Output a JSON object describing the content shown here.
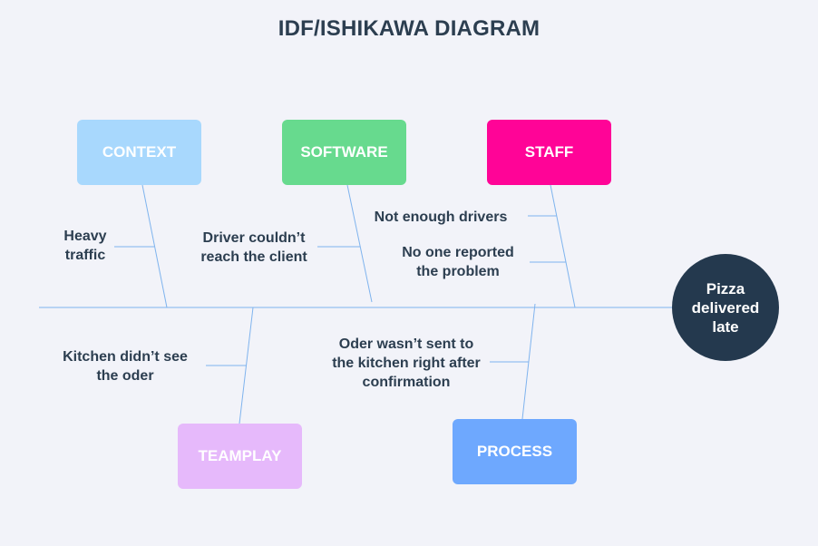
{
  "title": "IDF/ISHIKAWA DIAGRAM",
  "effect": "Pizza delivered late",
  "categories": {
    "context": {
      "label": "CONTEXT",
      "color": "#a8d8fd"
    },
    "software": {
      "label": "SOFTWARE",
      "color": "#67da8e"
    },
    "staff": {
      "label": "STAFF",
      "color": "#ff0497"
    },
    "teamplay": {
      "label": "TEAMPLAY",
      "color": "#e6b9fb"
    },
    "process": {
      "label": "PROCESS",
      "color": "#6ea8fe"
    }
  },
  "causes": {
    "context": [
      "Heavy traffic"
    ],
    "software": [
      "Driver couldn’t reach the client"
    ],
    "staff": [
      "Not enough drivers",
      "No one reported the problem"
    ],
    "teamplay": [
      "Kitchen didn’t see the oder"
    ],
    "process": [
      "Oder wasn’t sent to the kitchen right after confirmation"
    ]
  },
  "colors": {
    "line": "#7fb3ee",
    "text": "#2c3e50",
    "effect_bg": "#24394e",
    "background": "#f2f3f9"
  }
}
